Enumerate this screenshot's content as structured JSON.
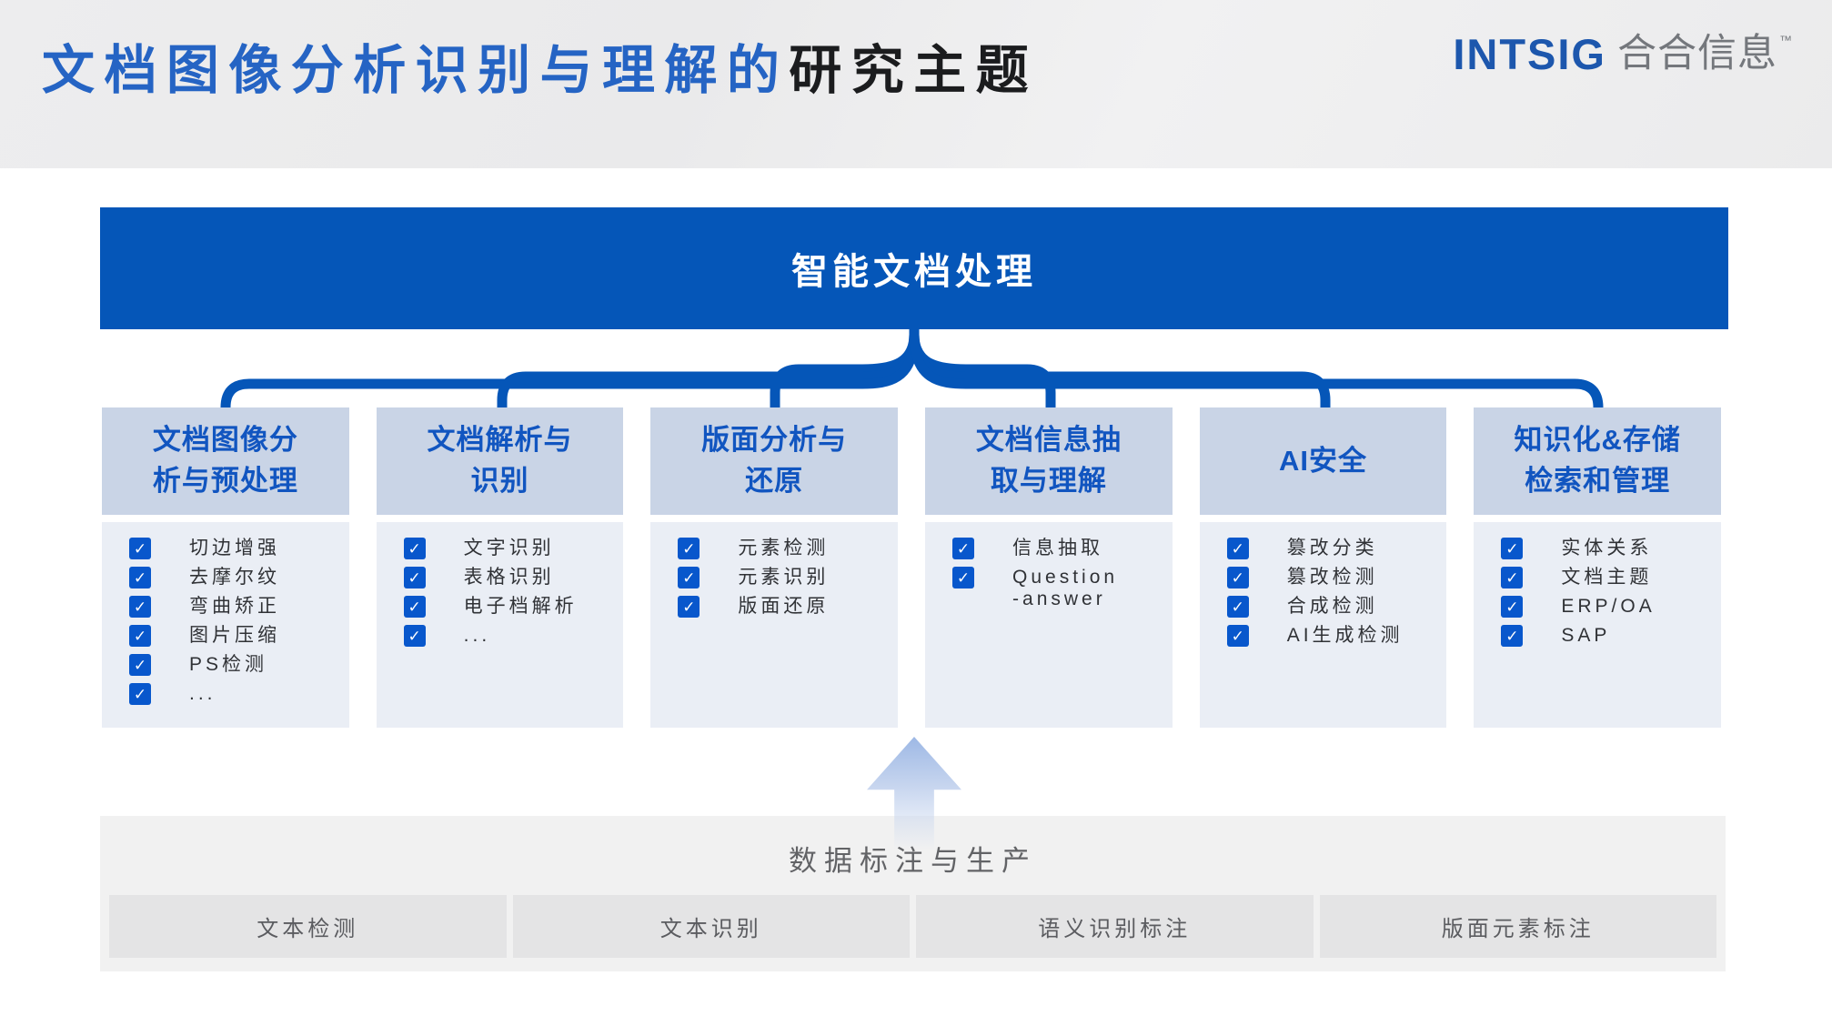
{
  "header": {
    "title_blue": "文档图像分析识别与理解的",
    "title_black": "研究主题",
    "logo": {
      "latin": "INTSIG",
      "cjk": "合合信息",
      "tm": "™"
    }
  },
  "root_box": {
    "label": "智能文档处理"
  },
  "columns": [
    {
      "title": "文档图像分\n析与预处理",
      "items": [
        "切边增强",
        "去摩尔纹",
        "弯曲矫正",
        "图片压缩",
        "PS检测",
        "..."
      ]
    },
    {
      "title": "文档解析与\n识别",
      "items": [
        "文字识别",
        "表格识别",
        "电子档解析",
        "..."
      ]
    },
    {
      "title": "版面分析与\n还原",
      "items": [
        "元素检测",
        "元素识别",
        "版面还原"
      ]
    },
    {
      "title": "文档信息抽\n取与理解",
      "items": [
        "信息抽取",
        "Question\n-answer"
      ]
    },
    {
      "title": "AI安全",
      "items": [
        "篡改分类",
        "篡改检测",
        "合成检测",
        "AI生成检测"
      ]
    },
    {
      "title": "知识化&存储\n检索和管理",
      "items": [
        "实体关系",
        "文档主题",
        "ERP/OA",
        "SAP"
      ]
    }
  ],
  "bottom": {
    "title": "数据标注与生产",
    "boxes": [
      "文本检测",
      "文本识别",
      "语义识别标注",
      "版面元素标注"
    ]
  },
  "icons": {
    "check": "✓",
    "up_arrow": "gradient-up-arrow"
  },
  "colors": {
    "accent": "#0556b8",
    "title-blue": "#2564c4",
    "title-black": "#1b1c1e",
    "header-bg": "#ececec",
    "col-head-bg": "#c9d4e6",
    "col-head-text": "#1155c0",
    "list-bg": "#eaeef5",
    "list-text": "#303236",
    "check-bg": "#0857cc",
    "panel-bg": "#f1f1f1",
    "panel-box-bg": "#e4e4e5",
    "panel-text": "#5b5c60",
    "logo-blue": "#1d57ad",
    "logo-gray": "#74777c",
    "arrow-top": "#9db8e5"
  }
}
